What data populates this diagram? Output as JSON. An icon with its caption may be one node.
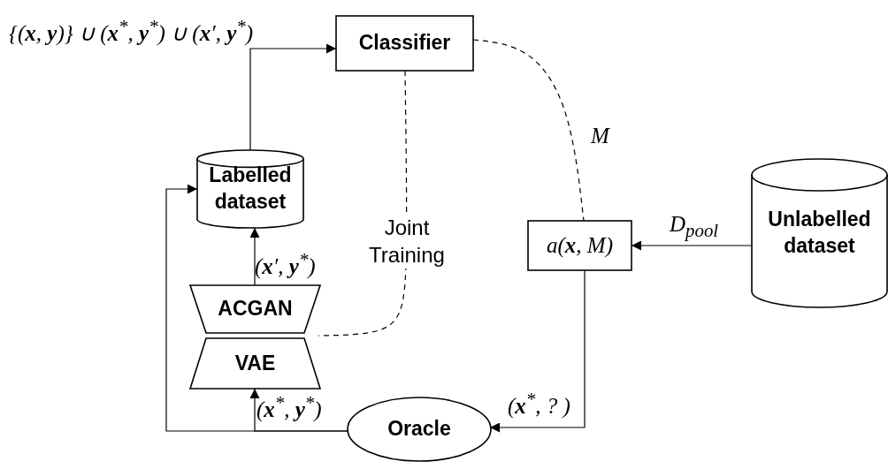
{
  "diagram": {
    "nodes": [
      {
        "text": [
          "Classifier"
        ]
      },
      {
        "text": [
          "Labelled dataset"
        ]
      },
      {
        "text": [
          "ACGAN"
        ]
      },
      {
        "text": [
          "VAE"
        ]
      },
      {
        "text": [
          "Oracle"
        ]
      },
      {
        "text": [
          "a(**x**, M)"
        ]
      },
      {
        "text": [
          "Unlabelled dataset"
        ]
      }
    ],
    "edges": [
      {
        "from": 1,
        "to": 0,
        "arrow": "to",
        "label": "{(**x**, **y**)} ∪ (**x**$^{*}$, **y**$^{*}$) ∪ (**x**′, **y**$^{*}$)"
      },
      {
        "from": 2,
        "to": 1,
        "arrow": "to",
        "label": "(**x**′, **y**$^{*}$)"
      },
      {
        "from": 4,
        "to": 1,
        "arrow": "to"
      },
      {
        "from": 4,
        "to": 3,
        "arrow": "to",
        "label": "(**x**$^{*}$, **y**$^{*}$)"
      },
      {
        "from": 5,
        "to": 4,
        "arrow": "to",
        "label": "(**x**$^{*}$, ? )"
      },
      {
        "from": 6,
        "to": 5,
        "arrow": "to",
        "label": "D$_{pool}$"
      },
      {
        "from": 0,
        "to": 5,
        "arrow": "none",
        "style": "dashed",
        "label": "M"
      },
      {
        "from": 0,
        "to": 2,
        "arrow": "none",
        "style": "dashed",
        "label": "Joint Training"
      }
    ]
  }
}
